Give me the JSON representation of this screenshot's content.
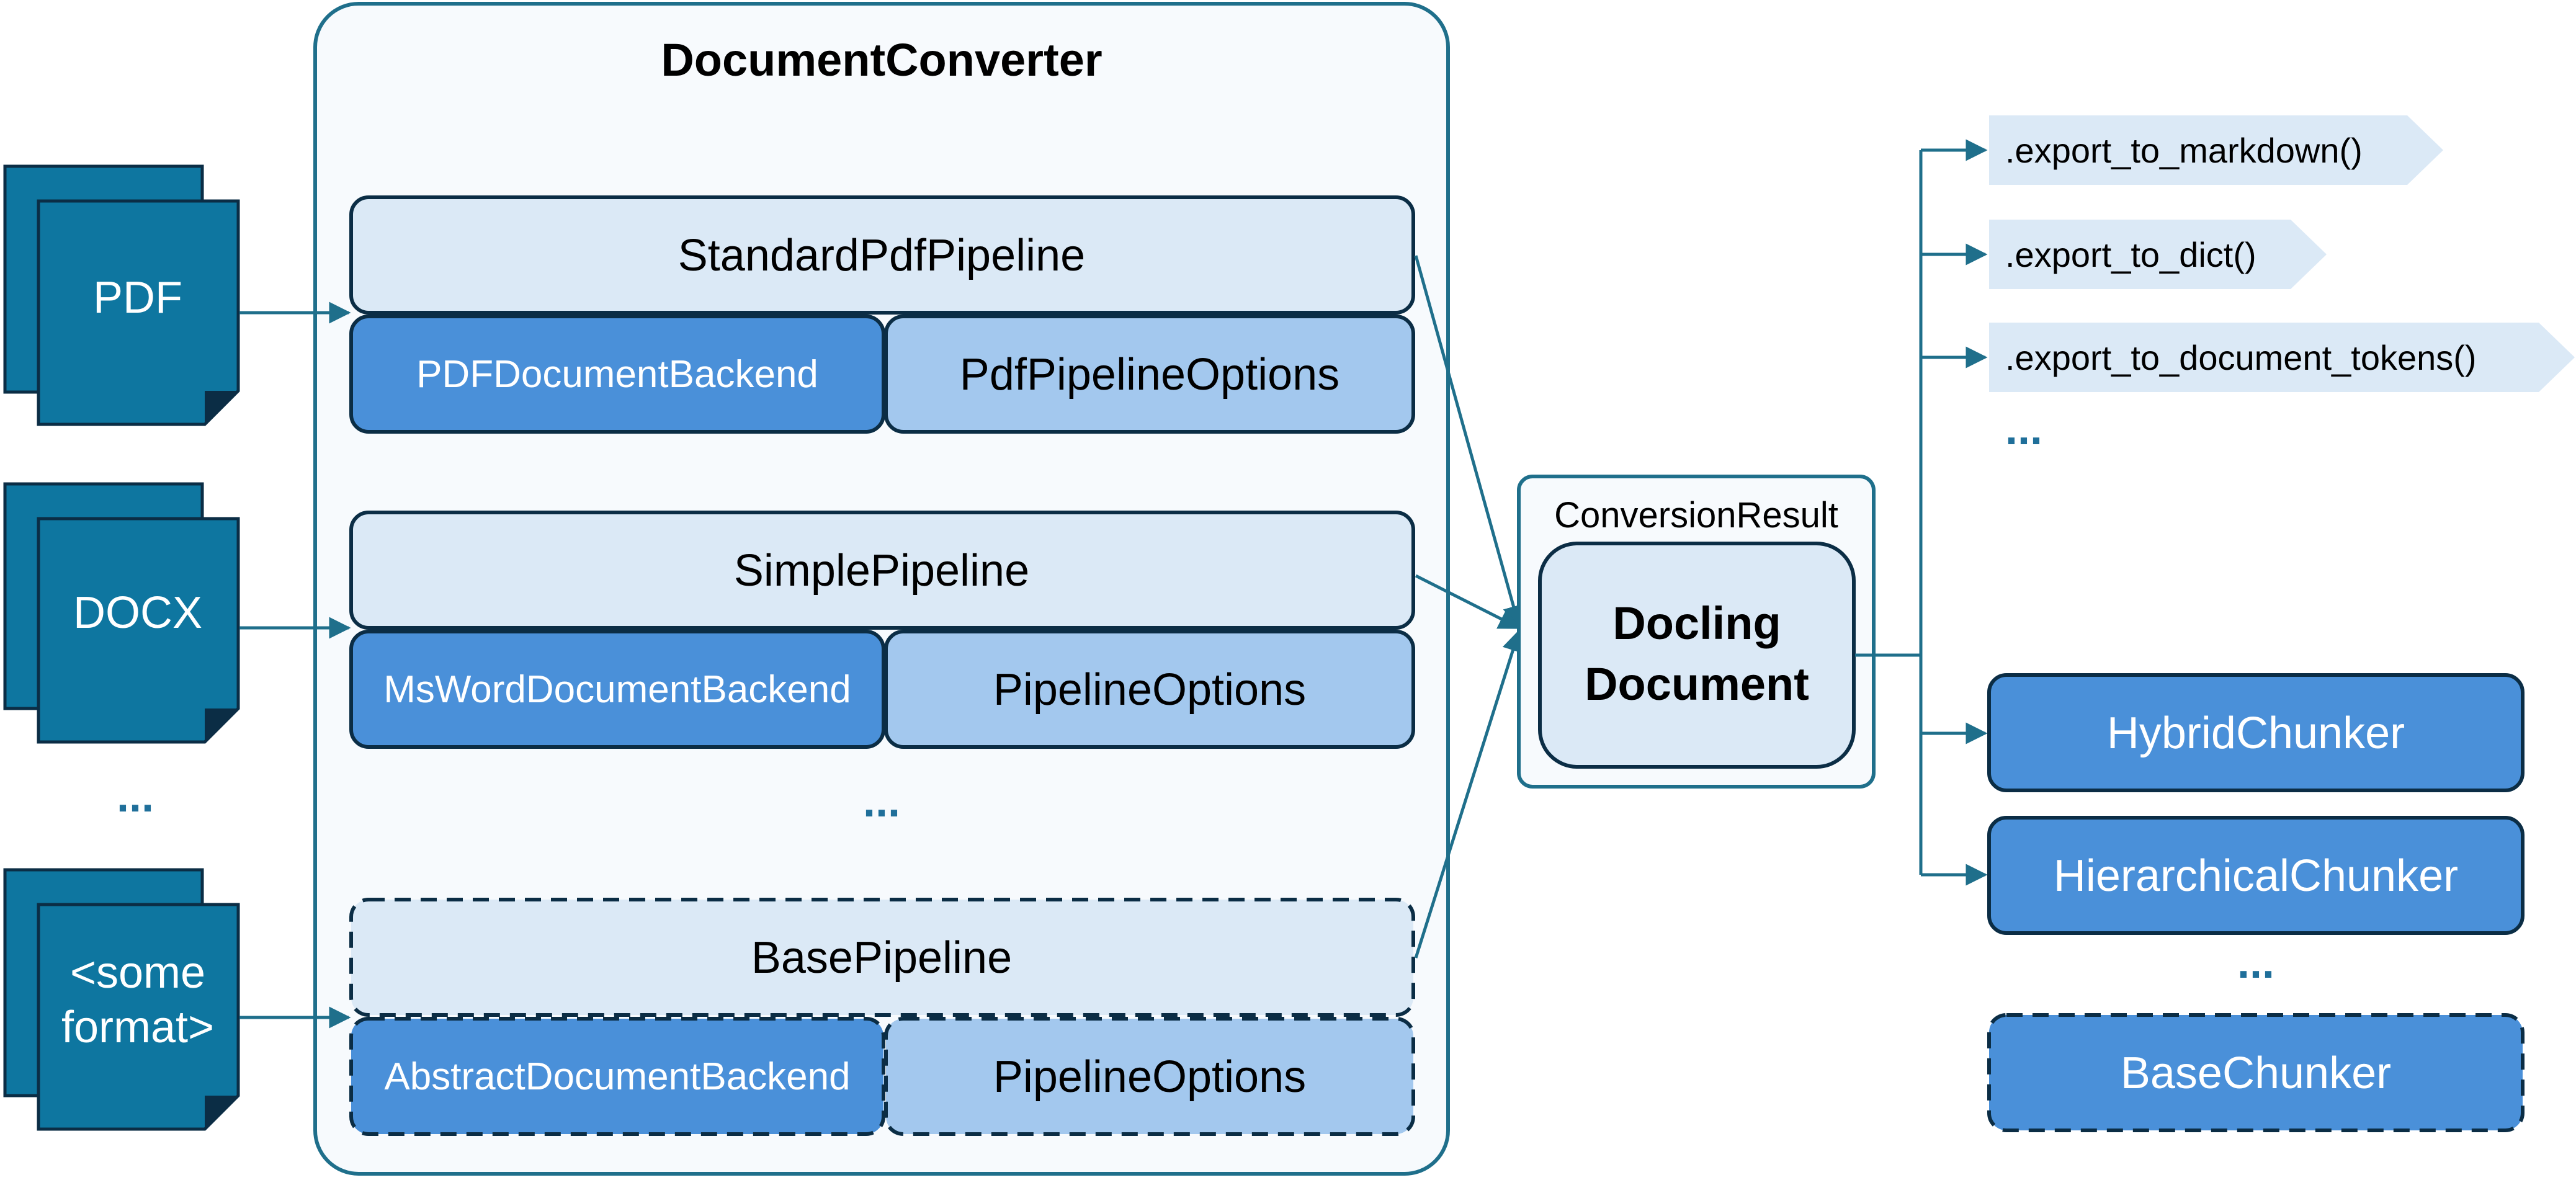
{
  "converter": {
    "title": "DocumentConverter"
  },
  "inputs": [
    {
      "label_lines": [
        "PDF"
      ]
    },
    {
      "label_lines": [
        "DOCX"
      ]
    },
    {
      "label_lines": [
        "<some",
        "format>"
      ]
    }
  ],
  "inputs_ellipsis": "...",
  "pipelines": [
    {
      "name": "StandardPdfPipeline",
      "backend": "PDFDocumentBackend",
      "options": "PdfPipelineOptions",
      "abstract": false
    },
    {
      "name": "SimplePipeline",
      "backend": "MsWordDocumentBackend",
      "options": "PipelineOptions",
      "abstract": false
    },
    {
      "name": "BasePipeline",
      "backend": "AbstractDocumentBackend",
      "options": "PipelineOptions",
      "abstract": true
    }
  ],
  "pipelines_ellipsis": "...",
  "result": {
    "label": "ConversionResult",
    "document_lines": [
      "Docling",
      "Document"
    ]
  },
  "exports": [
    ".export_to_markdown()",
    ".export_to_dict()",
    ".export_to_document_tokens()"
  ],
  "exports_ellipsis": "...",
  "chunkers": [
    {
      "name": "HybridChunker",
      "abstract": false
    },
    {
      "name": "HierarchicalChunker",
      "abstract": false
    },
    {
      "name": "BaseChunker",
      "abstract": true
    }
  ],
  "chunkers_ellipsis": "...",
  "colors": {
    "border_dark": "#1f6f8b",
    "doc_fill": "#0e76a0",
    "pipeline_fill": "#dbe9f6",
    "backend_fill": "#4a90d9",
    "options_fill": "#a3c8ee",
    "export_fill": "#dbe9f6",
    "chunker_fill": "#4a90d9",
    "arrow": "#1f6f8b"
  }
}
